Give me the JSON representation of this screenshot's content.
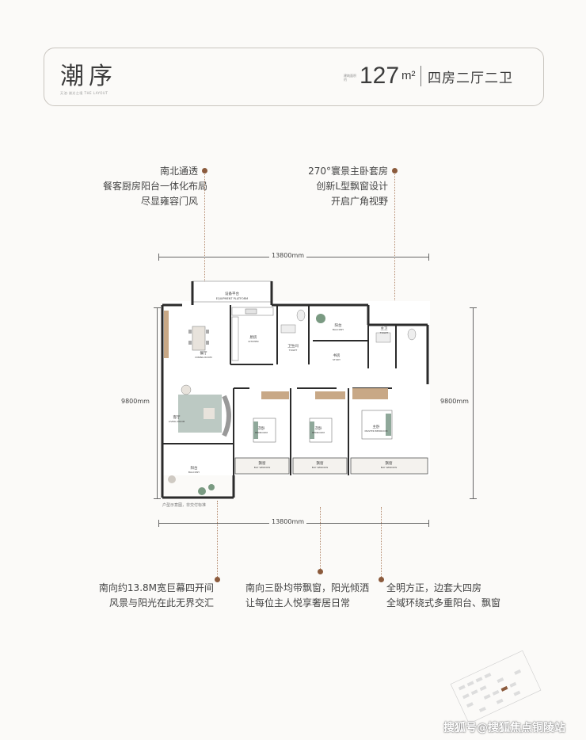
{
  "header": {
    "title": "潮序",
    "subtitle": "天池·湖光之境 THE LAYOUT",
    "area_caption": "建筑面积约",
    "area_value": "127",
    "area_unit": "m²",
    "layout_type": "四房二厅二卫"
  },
  "callouts": {
    "top_left": [
      "南北通透",
      "餐客厨房阳台一体化布局",
      "尽显雍容门风"
    ],
    "top_right": [
      "270°寰景主卧套房",
      "创新L型飘窗设计",
      "开启广角视野"
    ],
    "bottom_left": [
      "南向约13.8M宽巨幕四开间",
      "风景与阳光在此无界交汇"
    ],
    "bottom_mid": [
      "南向三卧均带飘窗，阳光倾洒",
      "让每位主人悦享奢居日常"
    ],
    "bottom_right": [
      "全明方正，边套大四房",
      "全域环绕式多重阳台、飘窗"
    ]
  },
  "dimensions": {
    "top_width": "13800mm",
    "bottom_width": "13800mm",
    "left_height": "9800mm",
    "right_height": "9800mm"
  },
  "rooms": {
    "equipment": "设备平台",
    "equipment_en": "EQUIPMENT PLATFORM",
    "dining": "餐厅",
    "dining_en": "DINING ROOM",
    "kitchen": "厨房",
    "kitchen_en": "KITCHEN",
    "toilet1": "卫生间",
    "toilet1_en": "TOILET",
    "balcony_n": "阳台",
    "balcony_n_en": "BALCONY",
    "study": "书房",
    "study_en": "STUDY",
    "toilet2": "主卫",
    "toilet2_en": "TOILET",
    "living": "客厅",
    "living_en": "LIVING ROOM",
    "bedroom1": "次卧",
    "bedroom1_en": "BEDROOM",
    "bedroom2": "次卧",
    "bedroom2_en": "BEDROOM",
    "master": "主卧",
    "master_en": "MASTER BEDROOM",
    "bay1": "飘窗",
    "bay1_en": "BAY WINDOW",
    "bay2": "飘窗",
    "bay2_en": "BAY WINDOW",
    "bay3": "飘窗",
    "bay3_en": "BAY WINDOW",
    "balcony_s": "阳台",
    "balcony_s_en": "BALCONY"
  },
  "plan_note": "户型示意图，非交付标准",
  "watermark": "搜狐号@搜狐焦点铜陵站",
  "colors": {
    "accent_dot": "#8b5a3c",
    "wall": "#2b2b2b",
    "wood": "#c8a886",
    "bed": "#8fa89a"
  }
}
